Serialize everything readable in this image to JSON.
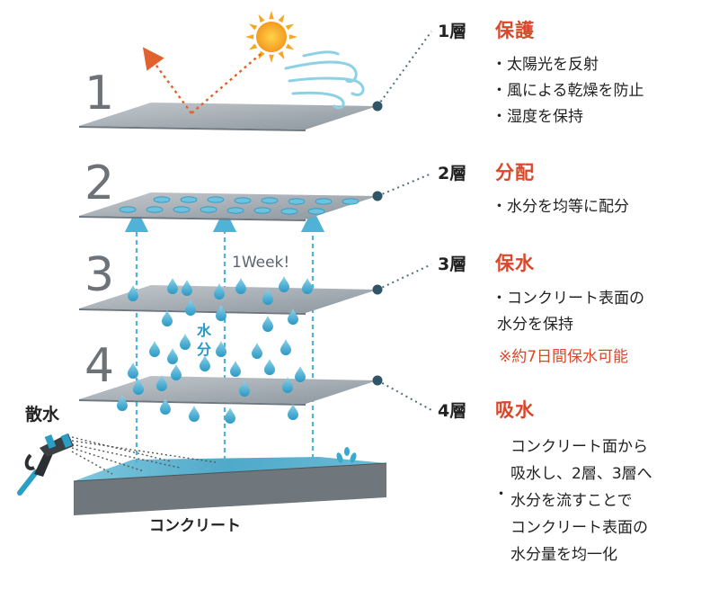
{
  "layers": [
    {
      "number_label": "1",
      "side_label": "1層",
      "title": "保護",
      "bullets": [
        "太陽光を反射",
        "風による乾燥を防止",
        "湿度を保持"
      ]
    },
    {
      "number_label": "2",
      "side_label": "2層",
      "title": "分配",
      "bullets": [
        "水分を均等に配分"
      ]
    },
    {
      "number_label": "3",
      "side_label": "3層",
      "title": "保水",
      "bullets": [
        "コンクリート表面の",
        "水分を保持"
      ],
      "note": "※約7日間保水可能"
    },
    {
      "number_label": "4",
      "side_label": "4層",
      "title": "吸水",
      "bullets": [
        "コンクリート面から",
        "吸水し、2層、3層へ",
        "水分を流すことで",
        "コンクリート表面の",
        "水分量を均一化"
      ]
    }
  ],
  "labels": {
    "week": "1Week!",
    "water_chars": [
      "水",
      "分"
    ],
    "spray": "散水",
    "concrete": "コンクリート"
  },
  "icons": {
    "sun": "sun-icon",
    "wind": "wind-icon",
    "hose": "hose-nozzle-icon",
    "droplet": "water-droplet-icon"
  },
  "colors": {
    "accent_red": "#d9482b",
    "water_blue": "#3aa9d0",
    "sheet_gray": "#9ea6ae",
    "sheet_edge": "#6e7780",
    "leader_dot": "#2f5566",
    "number_gray": "#6d7278",
    "concrete": "#6f777d",
    "water_surface": "#5bb4d1"
  }
}
